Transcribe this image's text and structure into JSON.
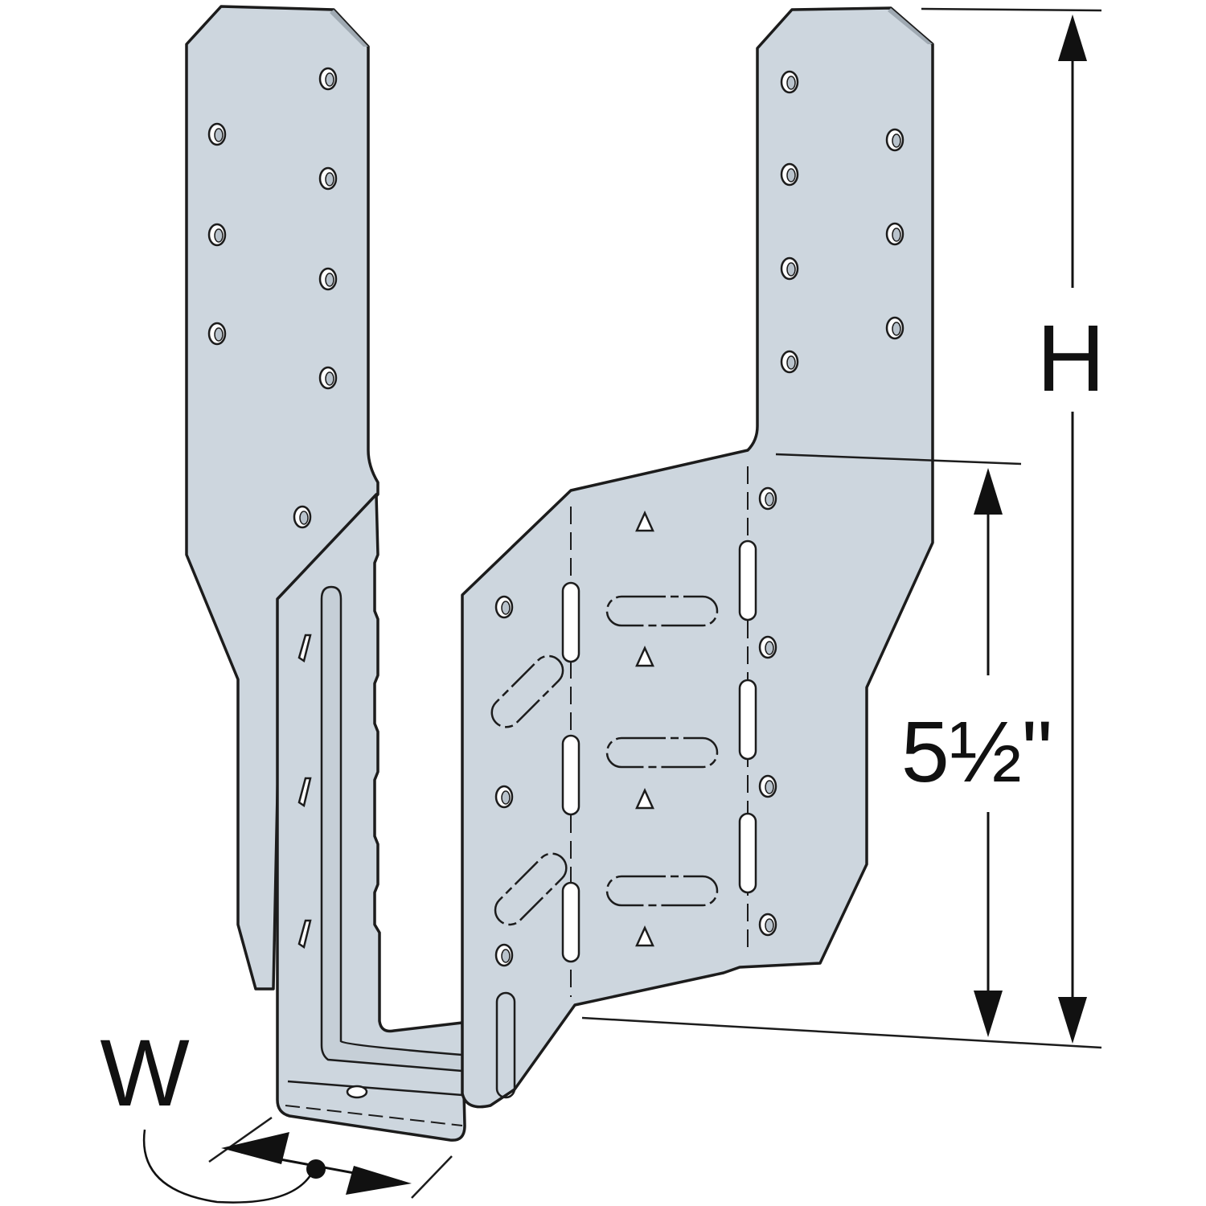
{
  "diagram": {
    "labels": {
      "height": "H",
      "seat_height": "5½\"",
      "width": "W"
    },
    "colors": {
      "metal": "#cdd6de",
      "outline": "#1c1c1c",
      "background": "#ffffff"
    }
  }
}
